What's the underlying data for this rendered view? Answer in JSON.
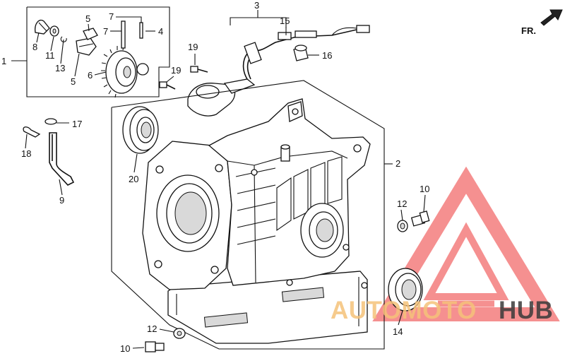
{
  "diagram": {
    "direction_label": "FR.",
    "callouts": {
      "c1": "1",
      "c2": "2",
      "c3": "3",
      "c4": "4",
      "c5a": "5",
      "c5b": "5",
      "c6": "6",
      "c7a": "7",
      "c7b": "7",
      "c8": "8",
      "c9": "9",
      "c10a": "10",
      "c10b": "10",
      "c11": "11",
      "c12a": "12",
      "c12b": "12",
      "c13": "13",
      "c14": "14",
      "c15": "15",
      "c16": "16",
      "c17": "17",
      "c18": "18",
      "c19a": "19",
      "c19b": "19",
      "c20": "20"
    }
  },
  "watermark": {
    "brand_part1": "AUTOMOTO",
    "brand_part2": "HUB",
    "color_primary": "#f26b6b",
    "color_secondary": "#f5c27a",
    "color_text_dark": "#3a3a3a"
  }
}
